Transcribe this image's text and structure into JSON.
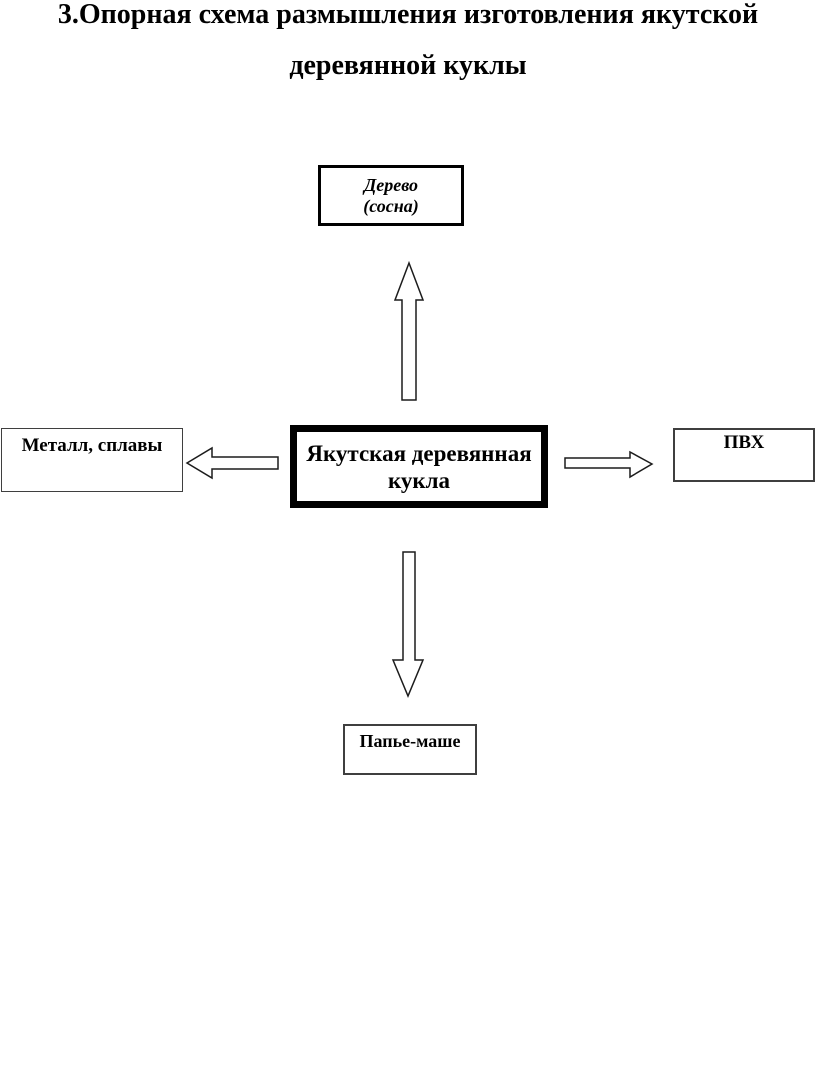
{
  "document": {
    "title_line1": "3.Опорная схема размышления изготовления якутской",
    "title_line2": "деревянной куклы"
  },
  "diagram": {
    "nodes": {
      "wood": "Дерево\n(сосна)",
      "main": "Якутская деревянная\nкукла",
      "metal": "Металл, сплавы",
      "pvc": "ПВХ",
      "papier_mache": "Папье-маше"
    },
    "arrows": {
      "up": "hollow-block-arrow-up",
      "down": "hollow-block-arrow-down",
      "left": "hollow-block-arrow-left",
      "right": "hollow-block-arrow-right"
    }
  },
  "colors": {
    "background": "#ffffff",
    "text": "#000000",
    "thick_border": "#000000",
    "thin_border": "#3f3f3f",
    "arrow_outline": "#1c1c1c"
  }
}
